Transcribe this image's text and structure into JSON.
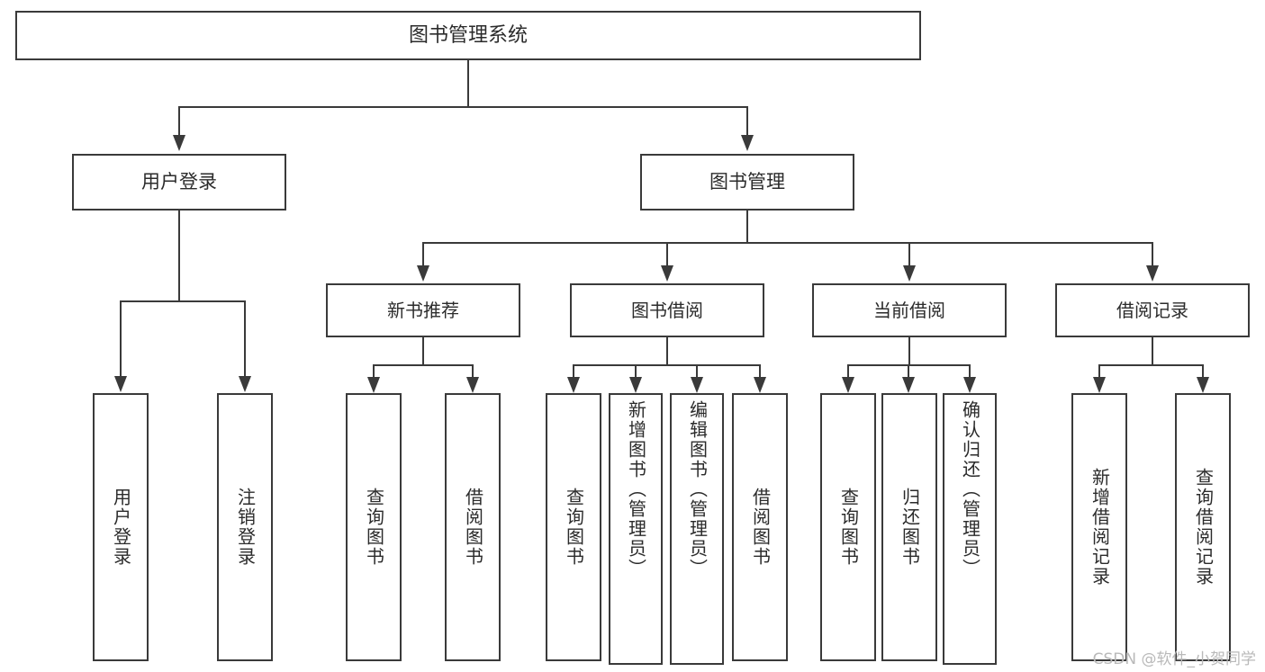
{
  "diagram": {
    "title": "图书管理系统",
    "watermark": "CSDN @软件_小贺同学",
    "line_color": "#3a3a3a",
    "text_color": "#2b2b2b",
    "background": "#ffffff"
  },
  "nodes": {
    "root": "图书管理系统",
    "level1": {
      "user_login": "用户登录",
      "book_manage": "图书管理"
    },
    "level2": {
      "new_book_rec": "新书推荐",
      "book_borrow": "图书借阅",
      "current_borrow": "当前借阅",
      "borrow_record": "借阅记录"
    },
    "leaves": {
      "user_login_1": "用户登录",
      "user_login_2": "注销登录",
      "new_book_rec_1": "查询图书",
      "new_book_rec_2": "借阅图书",
      "book_borrow_1": "查询图书",
      "book_borrow_2": "新增图书（管理员）",
      "book_borrow_3": "编辑图书（管理员）",
      "book_borrow_4": "借阅图书",
      "current_borrow_1": "查询图书",
      "current_borrow_2": "归还图书",
      "current_borrow_3": "确认归还（管理员）",
      "borrow_record_1": "新增借阅记录",
      "borrow_record_2": "查询借阅记录"
    }
  }
}
